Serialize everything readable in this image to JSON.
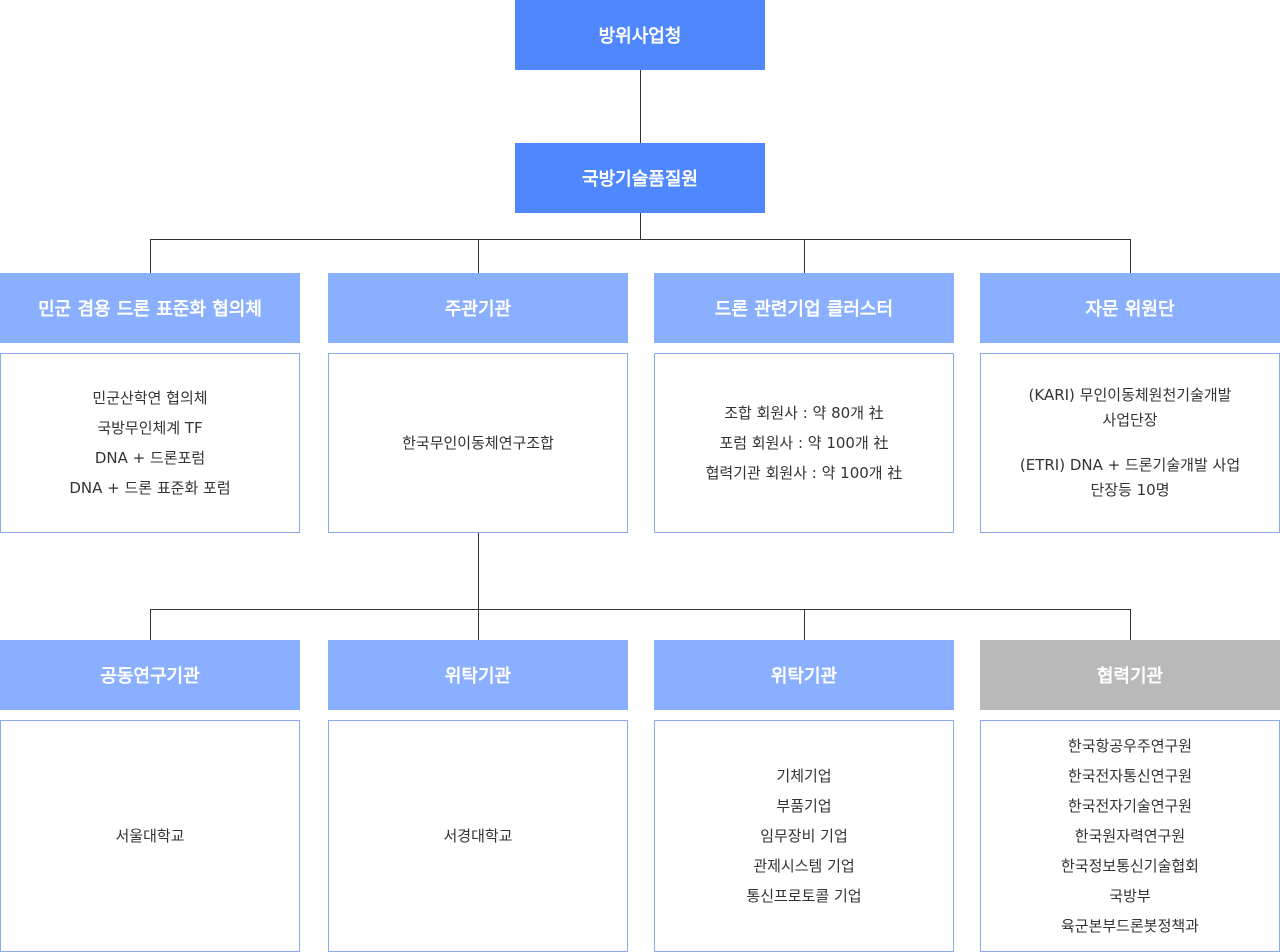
{
  "root": {
    "label": "방위사업청"
  },
  "level2": {
    "label": "국방기술품질원"
  },
  "row1": [
    {
      "header": "민군 겸용 드론 표준화 협의체",
      "items": [
        "민군산학연 협의체",
        "국방무인체계 TF",
        "DNA + 드론포럼",
        "DNA + 드론 표준화 포럼"
      ]
    },
    {
      "header": "주관기관",
      "items": [
        "한국무인이동체연구조합"
      ]
    },
    {
      "header": "드론 관련기업 클러스터",
      "items": [
        "조합 회원사 : 약 80개 社",
        "포럼 회원사 : 약 100개 社",
        "협력기관 회원사 : 약 100개 社"
      ]
    },
    {
      "header": "자문 위원단",
      "items": [
        "(KARI) 무인이동체원천기술개발",
        "사업단장",
        "(ETRI) DNA + 드론기술개발 사업",
        "단장등 10명"
      ]
    }
  ],
  "row2": [
    {
      "header": "공동연구기관",
      "items": [
        "서울대학교"
      ]
    },
    {
      "header": "위탁기관",
      "items": [
        "서경대학교"
      ]
    },
    {
      "header": "위탁기관",
      "items": [
        "기체기업",
        "부품기업",
        "임무장비 기업",
        "관제시스템 기업",
        "통신프로토콜 기업"
      ]
    },
    {
      "header": "협력기관",
      "items": [
        "한국항공우주연구원",
        "한국전자통신연구원",
        "한국전자기술연구원",
        "한국원자력연구원",
        "한국정보통신기술협회",
        "국방부",
        "육군본부드론봇정책과"
      ]
    }
  ],
  "colors": {
    "primary": "#4f87ff",
    "secondary": "#8aafff",
    "gray": "#b9b9b9",
    "border": "#8aa9ee"
  }
}
